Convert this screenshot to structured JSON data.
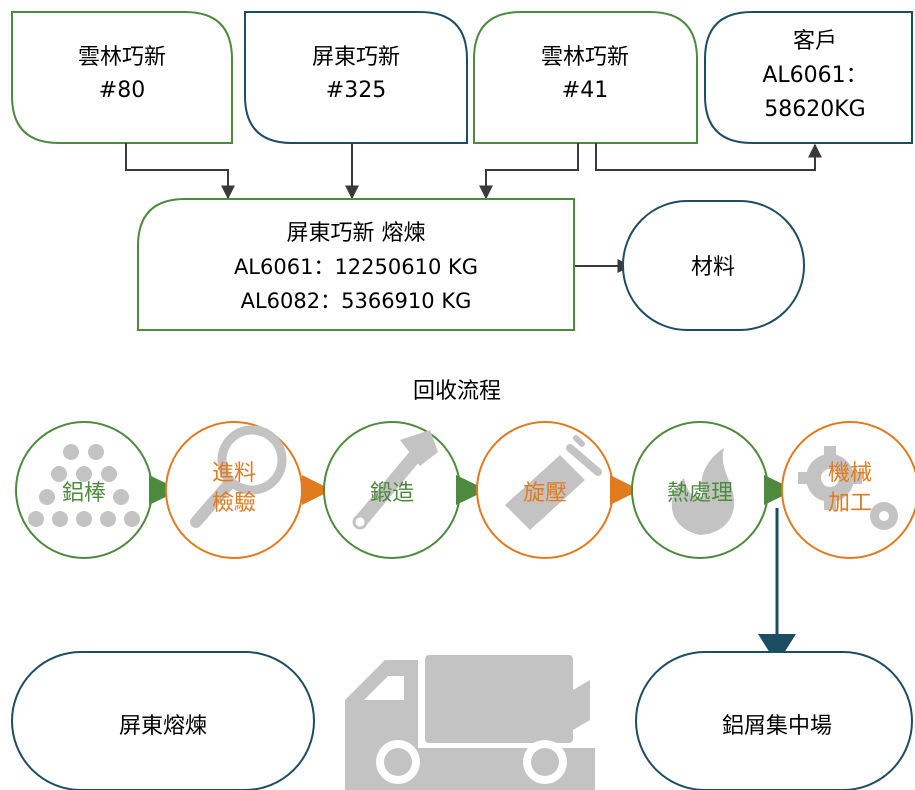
{
  "sources": [
    {
      "line1": "雲林巧新",
      "line2": "#80"
    },
    {
      "line1": "屏東巧新",
      "line2": "#325"
    },
    {
      "line1": "雲林巧新",
      "line2": "#41"
    }
  ],
  "customer": {
    "line1": "客戶",
    "line2": "AL6061：",
    "line3": "58620KG"
  },
  "smelting": {
    "title": "屏東巧新 熔煉",
    "line_6061": "AL6061：12250610 KG",
    "line_6082": "AL6082：5366910 KG"
  },
  "material": "材料",
  "process": {
    "title": "回收流程",
    "steps": [
      {
        "line1": "鋁棒",
        "line2": ""
      },
      {
        "line1": "進料",
        "line2": "檢驗"
      },
      {
        "line1": "鍛造",
        "line2": ""
      },
      {
        "line1": "旋壓",
        "line2": ""
      },
      {
        "line1": "熱處理",
        "line2": ""
      },
      {
        "line1": "機械",
        "line2": "加工"
      }
    ]
  },
  "bottom": {
    "left": "屏東熔煉",
    "right": "鋁屑集中場"
  },
  "colors": {
    "green": "#4e8a3e",
    "teal": "#1d4d63",
    "orange": "#e07b1f",
    "gray_icon": "#c3c3c3",
    "arrow_dark": "#3a3a3a"
  }
}
